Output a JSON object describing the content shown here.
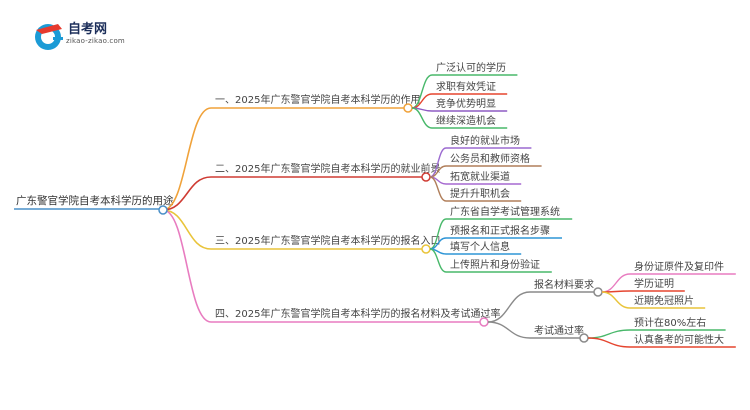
{
  "logo": {
    "title": "自考网",
    "subtitle": "zikao-zikao.com",
    "colors": {
      "blue": "#1c9bd6",
      "red": "#e63a2e",
      "dark": "#1c2e5a"
    }
  },
  "mindmap": {
    "root": "广东警官学院自考本科学历的用途",
    "branches": [
      {
        "label": "一、2025年广东警官学院自考本科学历的作用",
        "color": "#f0a23a",
        "children": [
          {
            "label": "广泛认可的学历",
            "color": "#48b86a"
          },
          {
            "label": "求职有效凭证",
            "color": "#e5452f"
          },
          {
            "label": "竞争优势明显",
            "color": "#8e5bc4"
          },
          {
            "label": "继续深造机会",
            "color": "#48b86a"
          }
        ]
      },
      {
        "label": "二、2025年广东警官学院自考本科学历的就业前景",
        "color": "#cf3b33",
        "children": [
          {
            "label": "良好的就业市场",
            "color": "#9b6ad0"
          },
          {
            "label": "公务员和教师资格",
            "color": "#b07e5a"
          },
          {
            "label": "拓宽就业渠道",
            "color": "#a569d0"
          },
          {
            "label": "提升升职机会",
            "color": "#b07e5a"
          }
        ]
      },
      {
        "label": "三、2025年广东警官学院自考本科学历的报名入口",
        "color": "#e9c43a",
        "children": [
          {
            "label": "广东省自学考试管理系统",
            "color": "#48b86a"
          },
          {
            "label": "预报名和正式报名步骤",
            "color": "#2e95d6"
          },
          {
            "label": "填写个人信息",
            "color": "#2e95d6"
          },
          {
            "label": "上传照片和身份验证",
            "color": "#48b86a"
          }
        ]
      },
      {
        "label": "四、2025年广东警官学院自考本科学历的报名材料及考试通过率",
        "color": "#e87cc0",
        "children": [
          {
            "label": "报名材料要求",
            "color": "#8a8a8a",
            "children": [
              {
                "label": "身份证原件及复印件",
                "color": "#e87cc0"
              },
              {
                "label": "学历证明",
                "color": "#e5452f"
              },
              {
                "label": "近期免冠照片",
                "color": "#e9c43a"
              }
            ]
          },
          {
            "label": "考试通过率",
            "color": "#8a8a8a",
            "children": [
              {
                "label": "预计在80%左右",
                "color": "#48b86a"
              },
              {
                "label": "认真备考的可能性大",
                "color": "#e5452f"
              }
            ]
          }
        ]
      }
    ]
  }
}
